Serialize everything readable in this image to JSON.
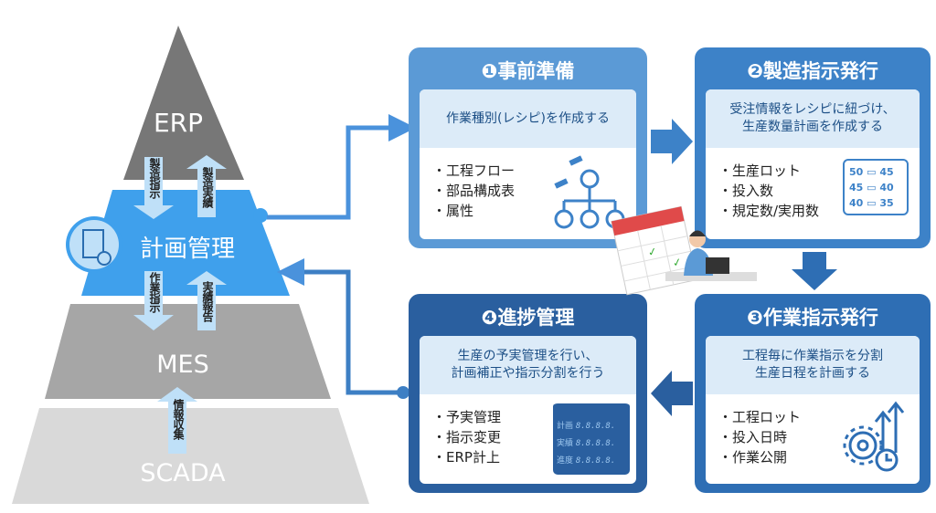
{
  "pyramid": {
    "levels": [
      "ERP",
      "計画管理",
      "MES",
      "SCADA"
    ],
    "arrows": [
      "製造指示",
      "製造実績",
      "作業指示",
      "実績報告",
      "情報収集"
    ]
  },
  "steps": [
    {
      "title": "❶事前準備",
      "lead": [
        "作業種別(レシピ)を作成する"
      ],
      "items": [
        "・工程フロー",
        "・部品構成表",
        "・属性"
      ],
      "icon": "hierarchy-icon"
    },
    {
      "title": "❷製造指示発行",
      "lead": [
        "受注情報をレシピに紐づけ、",
        "生産数量計画を作成する"
      ],
      "items": [
        "・生産ロット",
        "・投入数",
        "・規定数/実用数"
      ],
      "icon": "quantity-list-icon",
      "icon_values": [
        [
          "50",
          "45"
        ],
        [
          "45",
          "40"
        ],
        [
          "40",
          "35"
        ]
      ]
    },
    {
      "title": "❸作業指示発行",
      "lead": [
        "工程毎に作業指示を分割",
        "生産日程を計画する"
      ],
      "items": [
        "・工程ロット",
        "・投入日時",
        "・作業公開"
      ],
      "icon": "gear-clock-icon"
    },
    {
      "title": "❹進捗管理",
      "lead": [
        "生産の予実管理を行い、",
        "計画補正や指示分割を行う"
      ],
      "items": [
        "・予実管理",
        "・指示変更",
        "・ERP計上"
      ],
      "icon": "board-icon",
      "board_rows": [
        "計画",
        "実績",
        "進度"
      ],
      "board_digits": "8.8.8.8."
    }
  ],
  "colors": {
    "step1": "#5b9ad6",
    "step2": "#3d82c8",
    "step3": "#2e6eb4",
    "step4": "#2a5f9f",
    "plan": "#3fa0ec",
    "erp": "#777777",
    "mes": "#a6a6a6",
    "scada": "#d9d9d9"
  }
}
